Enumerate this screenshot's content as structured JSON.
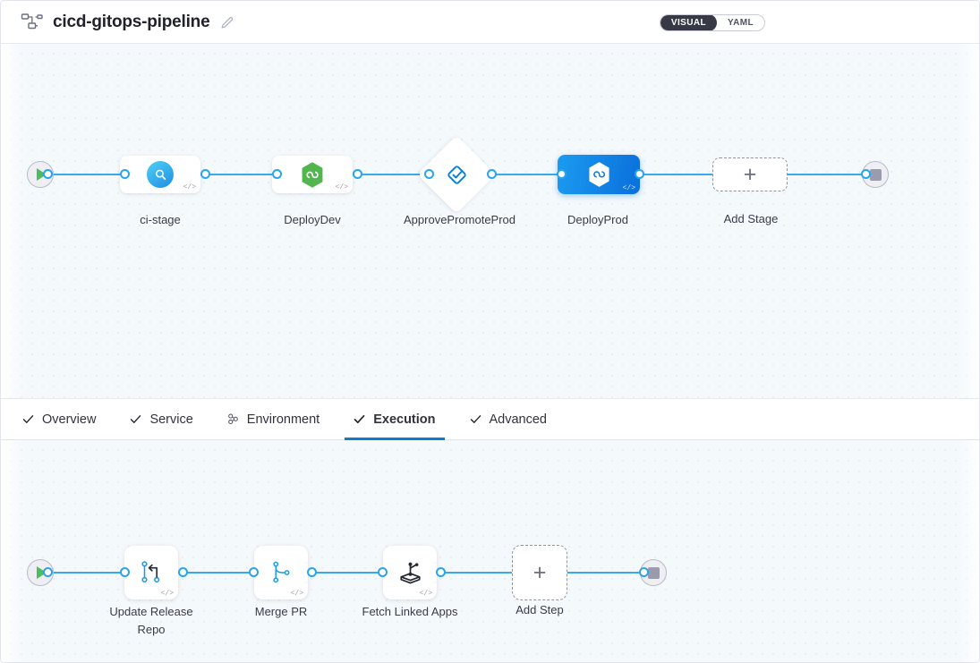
{
  "header": {
    "title": "cicd-gitops-pipeline",
    "pipeline_icon": "pipeline-nodes-icon",
    "edit_icon": "pencil-edit-icon",
    "view_toggle": {
      "options": [
        "VISUAL",
        "YAML"
      ],
      "selected": "VISUAL"
    }
  },
  "stage_canvas": {
    "start_node": {
      "name": "start",
      "icon": "play-icon"
    },
    "end_node": {
      "name": "end",
      "icon": "stop-icon"
    },
    "stages": [
      {
        "label": "ci-stage",
        "icon": "harness-ci-magnifier-icon",
        "type": "ci",
        "selected": false,
        "code_badge": "</>"
      },
      {
        "label": "DeployDev",
        "icon": "gitops-hexagon-icon",
        "type": "deploy",
        "selected": false,
        "code_badge": "</>"
      },
      {
        "label": "ApprovePromoteProd",
        "icon": "approval-diamond-check-icon",
        "type": "approval",
        "selected": false,
        "code_badge": ""
      },
      {
        "label": "DeployProd",
        "icon": "gitops-hexagon-icon",
        "type": "deploy",
        "selected": true,
        "code_badge": "</>"
      }
    ],
    "add_stage": {
      "label": "Add Stage",
      "icon": "plus-icon"
    }
  },
  "tabs": [
    {
      "label": "Overview",
      "icon": "check-icon",
      "active": false
    },
    {
      "label": "Service",
      "icon": "check-icon",
      "active": false
    },
    {
      "label": "Environment",
      "icon": "environment-nodes-icon",
      "active": false
    },
    {
      "label": "Execution",
      "icon": "check-icon",
      "active": true
    },
    {
      "label": "Advanced",
      "icon": "check-icon",
      "active": false
    }
  ],
  "step_canvas": {
    "start_node": {
      "name": "start",
      "icon": "play-icon"
    },
    "end_node": {
      "name": "end",
      "icon": "stop-icon"
    },
    "steps": [
      {
        "label": "Update Release Repo",
        "icon": "git-update-release-repo-icon",
        "code_badge": "</>"
      },
      {
        "label": "Merge PR",
        "icon": "git-branch-merge-icon",
        "code_badge": "</>"
      },
      {
        "label": "Fetch Linked Apps",
        "icon": "fetch-linked-apps-icon",
        "code_badge": "</>"
      }
    ],
    "add_step": {
      "label": "Add Step",
      "icon": "plus-icon"
    }
  },
  "colors": {
    "accent_blue": "#0b7bd4",
    "edge_blue": "#39a8ef",
    "selected_node": "#0a6fdc",
    "gitops_green": "#52b64f",
    "canvas_bg": "#f4f9fc",
    "toggle_active_bg": "#383946"
  }
}
